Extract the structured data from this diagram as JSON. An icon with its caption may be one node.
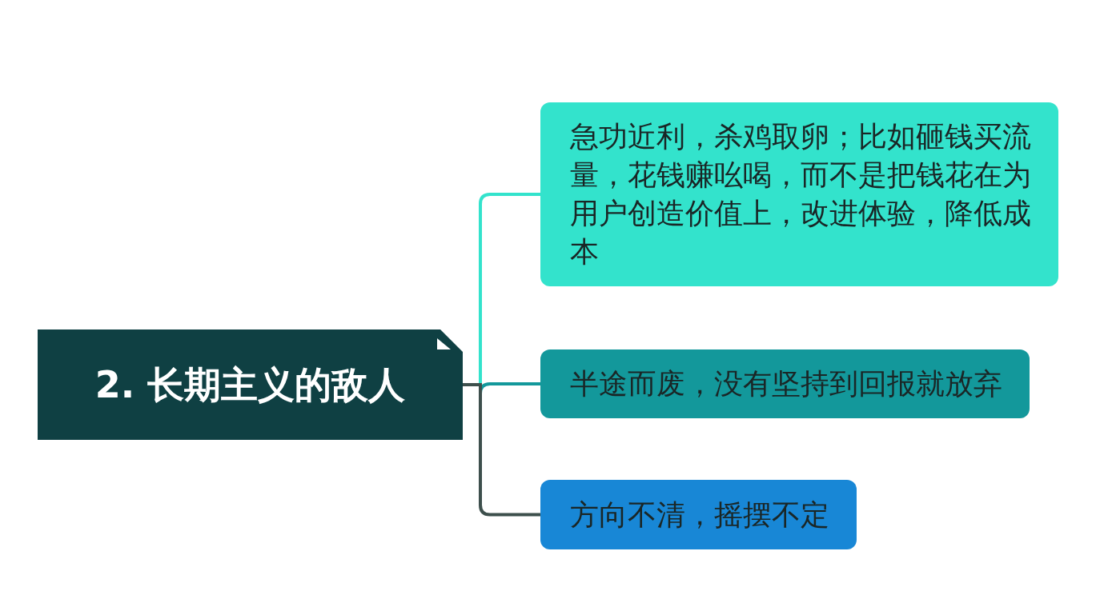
{
  "diagram": {
    "nodes": [
      {
        "text": [
          "2. 长期主义的敌人"
        ]
      },
      {
        "text": [
          "急功近利，杀鸡取卵；比如砸钱买流量，花钱赚吆喝，而不是把钱花在为用户创造价值上，改进体验，降低成本"
        ]
      },
      {
        "text": [
          "半途而废，没有坚持到回报就放弃"
        ]
      },
      {
        "text": [
          "方向不清，摇摆不定"
        ]
      }
    ],
    "edges": [
      {
        "from": 0,
        "to": 1,
        "arrow": "none",
        "color": "#33e3cc"
      },
      {
        "from": 0,
        "to": 2,
        "arrow": "none",
        "color": "#13989b"
      },
      {
        "from": 0,
        "to": 3,
        "arrow": "none",
        "color": "#3d4f4c"
      }
    ]
  }
}
